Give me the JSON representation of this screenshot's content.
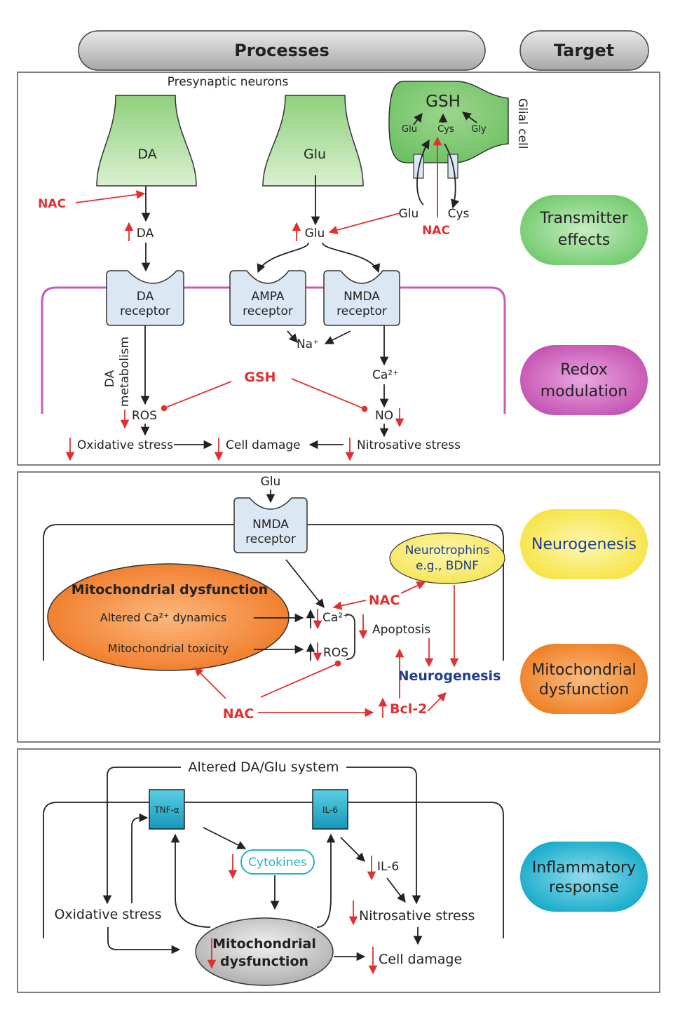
{
  "headers": {
    "processes": "Processes",
    "target": "Target"
  },
  "panel1": {
    "presynaptic": "Presynaptic neurons",
    "neuron_da": "DA",
    "neuron_glu": "Glu",
    "glial_gsh": "GSH",
    "glial_glu": "Glu",
    "glial_cys": "Cys",
    "glial_gly": "Gly",
    "glial_cell": "Glial cell",
    "glu_out": "Glu",
    "cys_in": "Cys",
    "nac_glial": "NAC",
    "nac_da": "NAC",
    "da": "DA",
    "glu": "Glu",
    "da_receptor": [
      "DA",
      "receptor"
    ],
    "ampa_receptor": [
      "AMPA",
      "receptor"
    ],
    "nmda_receptor": [
      "NMDA",
      "receptor"
    ],
    "na": "Na⁺",
    "ca": "Ca²⁺",
    "da_metabolism": [
      "DA",
      "metabolism"
    ],
    "gsh": "GSH",
    "ros": "ROS",
    "no": "NO",
    "oxidative_stress": "Oxidative stress",
    "cell_damage": "Cell damage",
    "nitrosative_stress": "Nitrosative stress"
  },
  "panel2": {
    "glu": "Glu",
    "nmda_receptor": [
      "NMDA",
      "receptor"
    ],
    "mito_title": "Mitochondrial dysfunction",
    "altered_ca": "Altered Ca²⁺ dynamics",
    "mito_toxicity": "Mitochondrial toxicity",
    "ca": "Ca²⁺",
    "ros": "ROS",
    "neurotrophins": [
      "Neurotrophins",
      "e.g., BDNF"
    ],
    "nac_top": "NAC",
    "apoptosis": "Apoptosis",
    "neurogenesis": "Neurogenesis",
    "nac_bottom": "NAC",
    "bcl2": "Bcl-2"
  },
  "panel3": {
    "altered_system": "Altered DA/Glu system",
    "tnf": "TNF-α",
    "il6_box": "IL-6",
    "cytokines": "Cytokines",
    "il6": "IL-6",
    "oxidative_stress": "Oxidative stress",
    "nitrosative_stress": "Nitrosative stress",
    "mito": [
      "Mitochondrial",
      "dysfunction"
    ],
    "cell_damage": "Cell damage"
  },
  "targets": {
    "transmitter": [
      "Transmitter",
      "effects"
    ],
    "redox": [
      "Redox",
      "modulation"
    ],
    "neurogenesis": [
      "Neurogenesis"
    ],
    "mitochondrial": [
      "Mitochondrial",
      "dysfunction"
    ],
    "inflammatory": [
      "Inflammatory",
      "response"
    ]
  },
  "colors": {
    "arrow_red": "#e03030",
    "neuron_green": "#8dcf7e",
    "membrane_magenta": "#cc5bb8",
    "receptor_blue": "#dbe8f4",
    "mito_orange": "#f28a30",
    "neurotrophin_yellow": "#f7ea50",
    "cytokine_cyan": "#1fb5cf",
    "target_green": "#84d184",
    "target_magenta": "#c84fb5",
    "target_yellow": "#f7e548",
    "target_orange": "#f28c2c",
    "target_cyan": "#17b3d0"
  }
}
